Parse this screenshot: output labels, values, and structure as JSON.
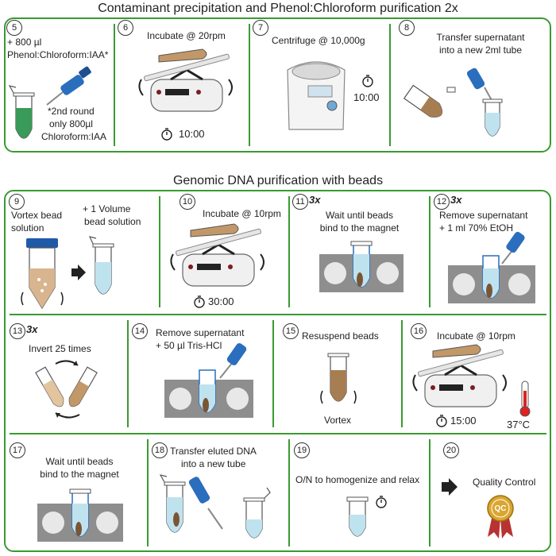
{
  "colors": {
    "accent_green": "#3a9a32",
    "pipette_blue": "#2a6ebd",
    "liquid_blue": "#bfe2ef",
    "pellet_brown": "#a77d52",
    "magnet_grey": "#8e8e8e"
  },
  "top": {
    "title": "Contaminant precipitation and Phenol:Chloroform purification  2x",
    "steps": [
      {
        "num": "5",
        "lines": [
          "+ 800 µl",
          "Phenol:Chloroform:IAA*"
        ],
        "note": [
          "*2nd round",
          "only 800µl",
          "Chloroform:IAA"
        ]
      },
      {
        "num": "6",
        "lines": [
          "Incubate @ 20rpm"
        ],
        "timer": "10:00"
      },
      {
        "num": "7",
        "lines": [
          "Centrifuge @ 10,000g"
        ],
        "timer": "10:00"
      },
      {
        "num": "8",
        "lines": [
          "Transfer supernatant",
          "into a new 2ml tube"
        ]
      }
    ]
  },
  "bottom": {
    "title": "Genomic DNA purification with beads",
    "steps": [
      {
        "num": "9",
        "lines": [
          "Vortex bead",
          "solution"
        ],
        "extra": [
          "+ 1 Volume",
          "bead solution"
        ]
      },
      {
        "num": "10",
        "lines": [
          "Incubate @ 10rpm"
        ],
        "timer": "30:00"
      },
      {
        "num": "11",
        "badge": "3x",
        "lines": [
          "Wait until beads",
          "bind to the magnet"
        ]
      },
      {
        "num": "12",
        "badge": "3x",
        "lines": [
          "Remove supernatant",
          "+ 1 ml 70% EtOH"
        ]
      },
      {
        "num": "13",
        "badge": "3x",
        "lines": [
          "Invert 25 times"
        ]
      },
      {
        "num": "14",
        "lines": [
          "Remove supernatant",
          "+ 50 µl Tris-HCl"
        ]
      },
      {
        "num": "15",
        "lines": [
          "Resuspend beads"
        ],
        "sub": "Vortex"
      },
      {
        "num": "16",
        "lines": [
          "Incubate @ 10rpm"
        ],
        "timer": "15:00",
        "temp": "37°C"
      },
      {
        "num": "17",
        "lines": [
          "Wait until beads",
          "bind to the magnet"
        ]
      },
      {
        "num": "18",
        "lines": [
          "Transfer eluted DNA",
          "into a new tube"
        ]
      },
      {
        "num": "19",
        "lines": [
          "O/N to homogenize and relax"
        ]
      },
      {
        "num": "20",
        "lines": [
          "Quality Control"
        ],
        "seal": "QC"
      }
    ]
  }
}
